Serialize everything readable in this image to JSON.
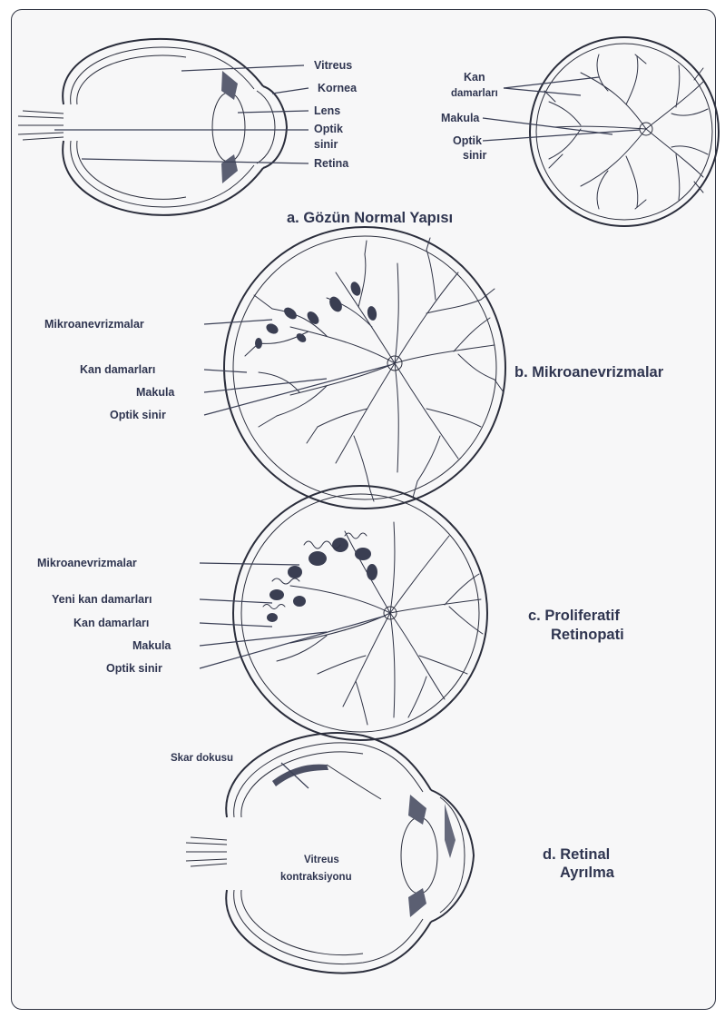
{
  "panel_a": {
    "caption": "a. Gözün Normal Yapısı",
    "vitreus": "Vitreus",
    "kornea": "Kornea",
    "lens": "Lens",
    "optik1": "Optik",
    "optik2": "sinir",
    "retina": "Retina",
    "kan1": "Kan",
    "kan2": "damarları",
    "makula": "Makula",
    "fundus_optik1": "Optik",
    "fundus_optik2": "sinir"
  },
  "panel_b": {
    "caption": "b. Mikroanevrizmalar",
    "mikro": "Mikroanevrizmalar",
    "kan": "Kan damarları",
    "makula": "Makula",
    "optik": "Optik sinir"
  },
  "panel_c": {
    "caption1": "c.  Proliferatif",
    "caption2": "Retinopati",
    "mikro": "Mikroanevrizmalar",
    "yeni": "Yeni kan damarları",
    "kan": "Kan damarları",
    "makula": "Makula",
    "optik": "Optik sinir"
  },
  "panel_d": {
    "caption1": "d.  Retinal",
    "caption2": "Ayrılma",
    "skar": "Skar dokusu",
    "vitreus1": "Vitreus",
    "vitreus2": "kontraksiyonu"
  },
  "colors": {
    "ink": "#2f3550",
    "line": "#3a3f55",
    "frame": "#2e3240"
  }
}
